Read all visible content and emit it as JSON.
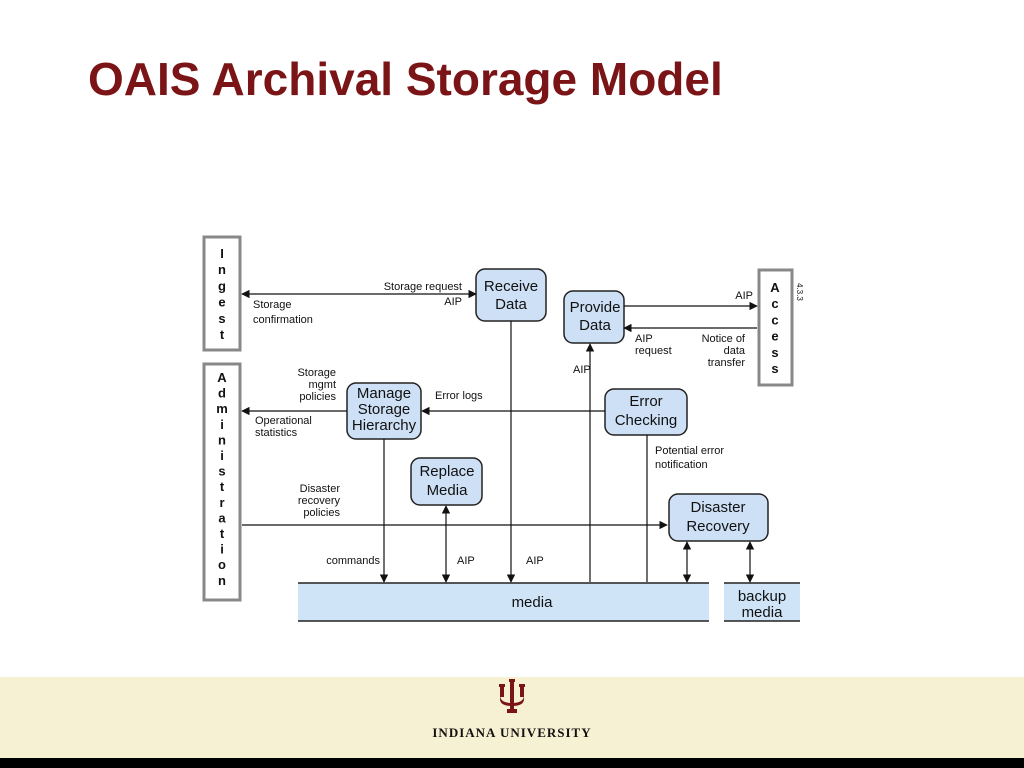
{
  "slide": {
    "title": "OAIS Archival Storage Model",
    "accent_color": "#7a1416",
    "footer_color": "#f7f1d3"
  },
  "diagram": {
    "side_boxes": {
      "ingest": [
        "I",
        "n",
        "g",
        "e",
        "s",
        "t"
      ],
      "administration": [
        "A",
        "d",
        "m",
        "i",
        "n",
        "i",
        "s",
        "t",
        "r",
        "a",
        "t",
        "i",
        "o",
        "n"
      ],
      "access": [
        "A",
        "c",
        "c",
        "e",
        "s",
        "s"
      ]
    },
    "figure_number": "4.3.3",
    "functions": {
      "receive_data": [
        "Receive",
        "Data"
      ],
      "provide_data": [
        "Provide",
        "Data"
      ],
      "manage_storage_hierarchy": [
        "Manage",
        "Storage",
        "Hierarchy"
      ],
      "error_checking": [
        "Error",
        "Checking"
      ],
      "replace_media": [
        "Replace",
        "Media"
      ],
      "disaster_recovery": [
        "Disaster",
        "Recovery"
      ]
    },
    "stores": {
      "media": "media",
      "backup_media": [
        "backup",
        "media"
      ]
    },
    "flows": {
      "storage_request": "Storage request",
      "aip_ingest": "AIP",
      "storage_confirmation": [
        "Storage",
        "confirmation"
      ],
      "aip_to_access": "AIP",
      "aip_request": [
        "AIP",
        "request"
      ],
      "notice_of_data_transfer": [
        "Notice of",
        "data",
        "transfer"
      ],
      "aip_from_media": "AIP",
      "storage_mgmt_policies": [
        "Storage",
        "mgmt",
        "policies"
      ],
      "operational_statistics": [
        "Operational",
        "statistics"
      ],
      "error_logs": "Error logs",
      "potential_error_notification": [
        "Potential error",
        "notification"
      ],
      "disaster_recovery_policies": [
        "Disaster",
        "recovery",
        "policies"
      ],
      "commands": "commands",
      "aip_replace": "AIP",
      "aip_receive": "AIP"
    },
    "box_fill": "#cde0f5",
    "media_fill": "#cfe4f7"
  },
  "footer": {
    "logo_icon": "iu-trident-icon",
    "university_name": "INDIANA UNIVERSITY"
  }
}
